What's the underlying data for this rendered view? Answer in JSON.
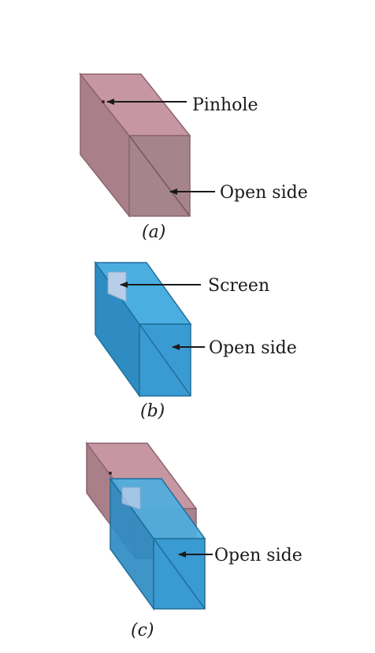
{
  "figure": {
    "a": {
      "caption": "(a)",
      "pinhole_label": "Pinhole",
      "open_side_label": "Open side"
    },
    "b": {
      "caption": "(b)",
      "screen_label": "Screen",
      "open_side_label": "Open side"
    },
    "c": {
      "caption": "(c)",
      "open_side_label": "Open side"
    }
  },
  "colors": {
    "pink_box": "#b98b95",
    "blue_box": "#3aa0d8",
    "screen": "#b8cde8",
    "label_text": "#1a1a1a"
  }
}
